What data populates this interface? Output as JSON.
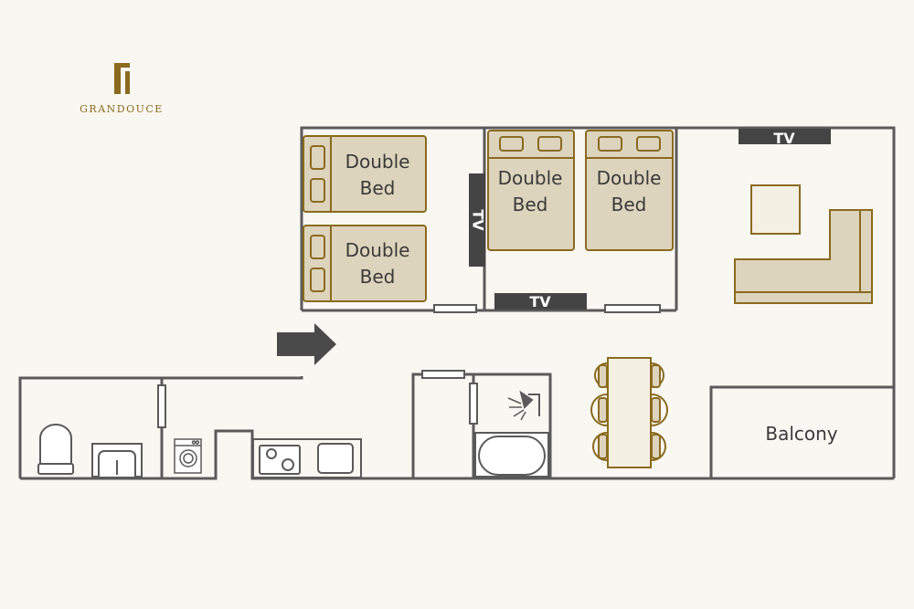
{
  "brand": {
    "name": "GRANDOUCE"
  },
  "beds": [
    {
      "line1": "Double",
      "line2": "Bed"
    },
    {
      "line1": "Double",
      "line2": "Bed"
    },
    {
      "line1": "Double",
      "line2": "Bed"
    },
    {
      "line1": "Double",
      "line2": "Bed"
    }
  ],
  "tv": [
    "TV",
    "TV",
    "TV"
  ],
  "rooms": {
    "balcony": "Balcony"
  },
  "colors": {
    "wall": "#5a5a5a",
    "furniture_fill": "#ddd4bd",
    "furniture_stroke": "#8a6a1e",
    "tv": "#444444",
    "arrow": "#4a4a4a",
    "brand": "#8a6a1e",
    "background": "#f9f7f2"
  }
}
